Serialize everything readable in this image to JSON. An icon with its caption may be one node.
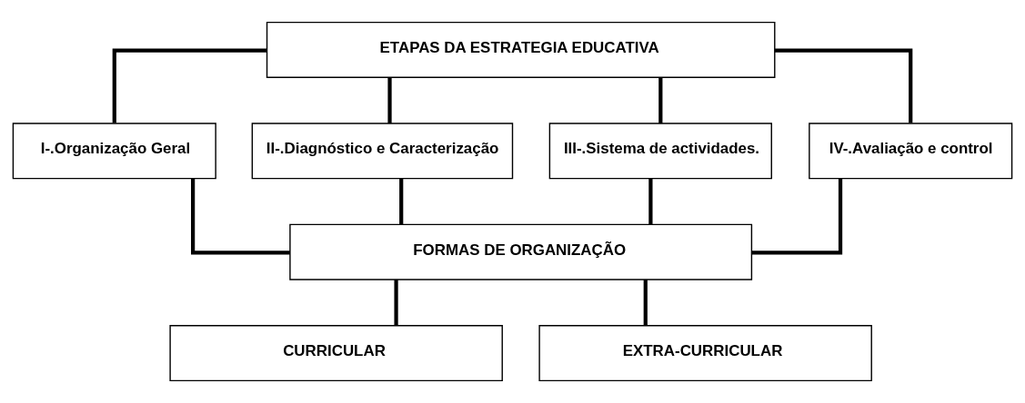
{
  "diagram": {
    "nodes": [
      {
        "text": [
          "ETAPAS DA ESTRATEGIA EDUCATIVA"
        ]
      },
      {
        "text": [
          "I-.Organização Geral"
        ]
      },
      {
        "text": [
          "II-.Diagnóstico e Caracterização"
        ]
      },
      {
        "text": [
          "III-.Sistema de actividades."
        ]
      },
      {
        "text": [
          "IV-.Avaliação e control"
        ]
      },
      {
        "text": [
          "FORMAS DE ORGANIZAÇÃO"
        ]
      },
      {
        "text": [
          "CURRICULAR"
        ]
      },
      {
        "text": [
          "EXTRA-CURRICULAR"
        ]
      }
    ],
    "edges": [
      {
        "from": 0,
        "to": 1,
        "arrow": "none"
      },
      {
        "from": 0,
        "to": 2,
        "arrow": "none"
      },
      {
        "from": 0,
        "to": 3,
        "arrow": "none"
      },
      {
        "from": 0,
        "to": 4,
        "arrow": "none"
      },
      {
        "from": 1,
        "to": 5,
        "arrow": "none"
      },
      {
        "from": 2,
        "to": 5,
        "arrow": "none"
      },
      {
        "from": 3,
        "to": 5,
        "arrow": "none"
      },
      {
        "from": 4,
        "to": 5,
        "arrow": "none"
      },
      {
        "from": 5,
        "to": 6,
        "arrow": "none"
      },
      {
        "from": 5,
        "to": 7,
        "arrow": "none"
      }
    ]
  }
}
